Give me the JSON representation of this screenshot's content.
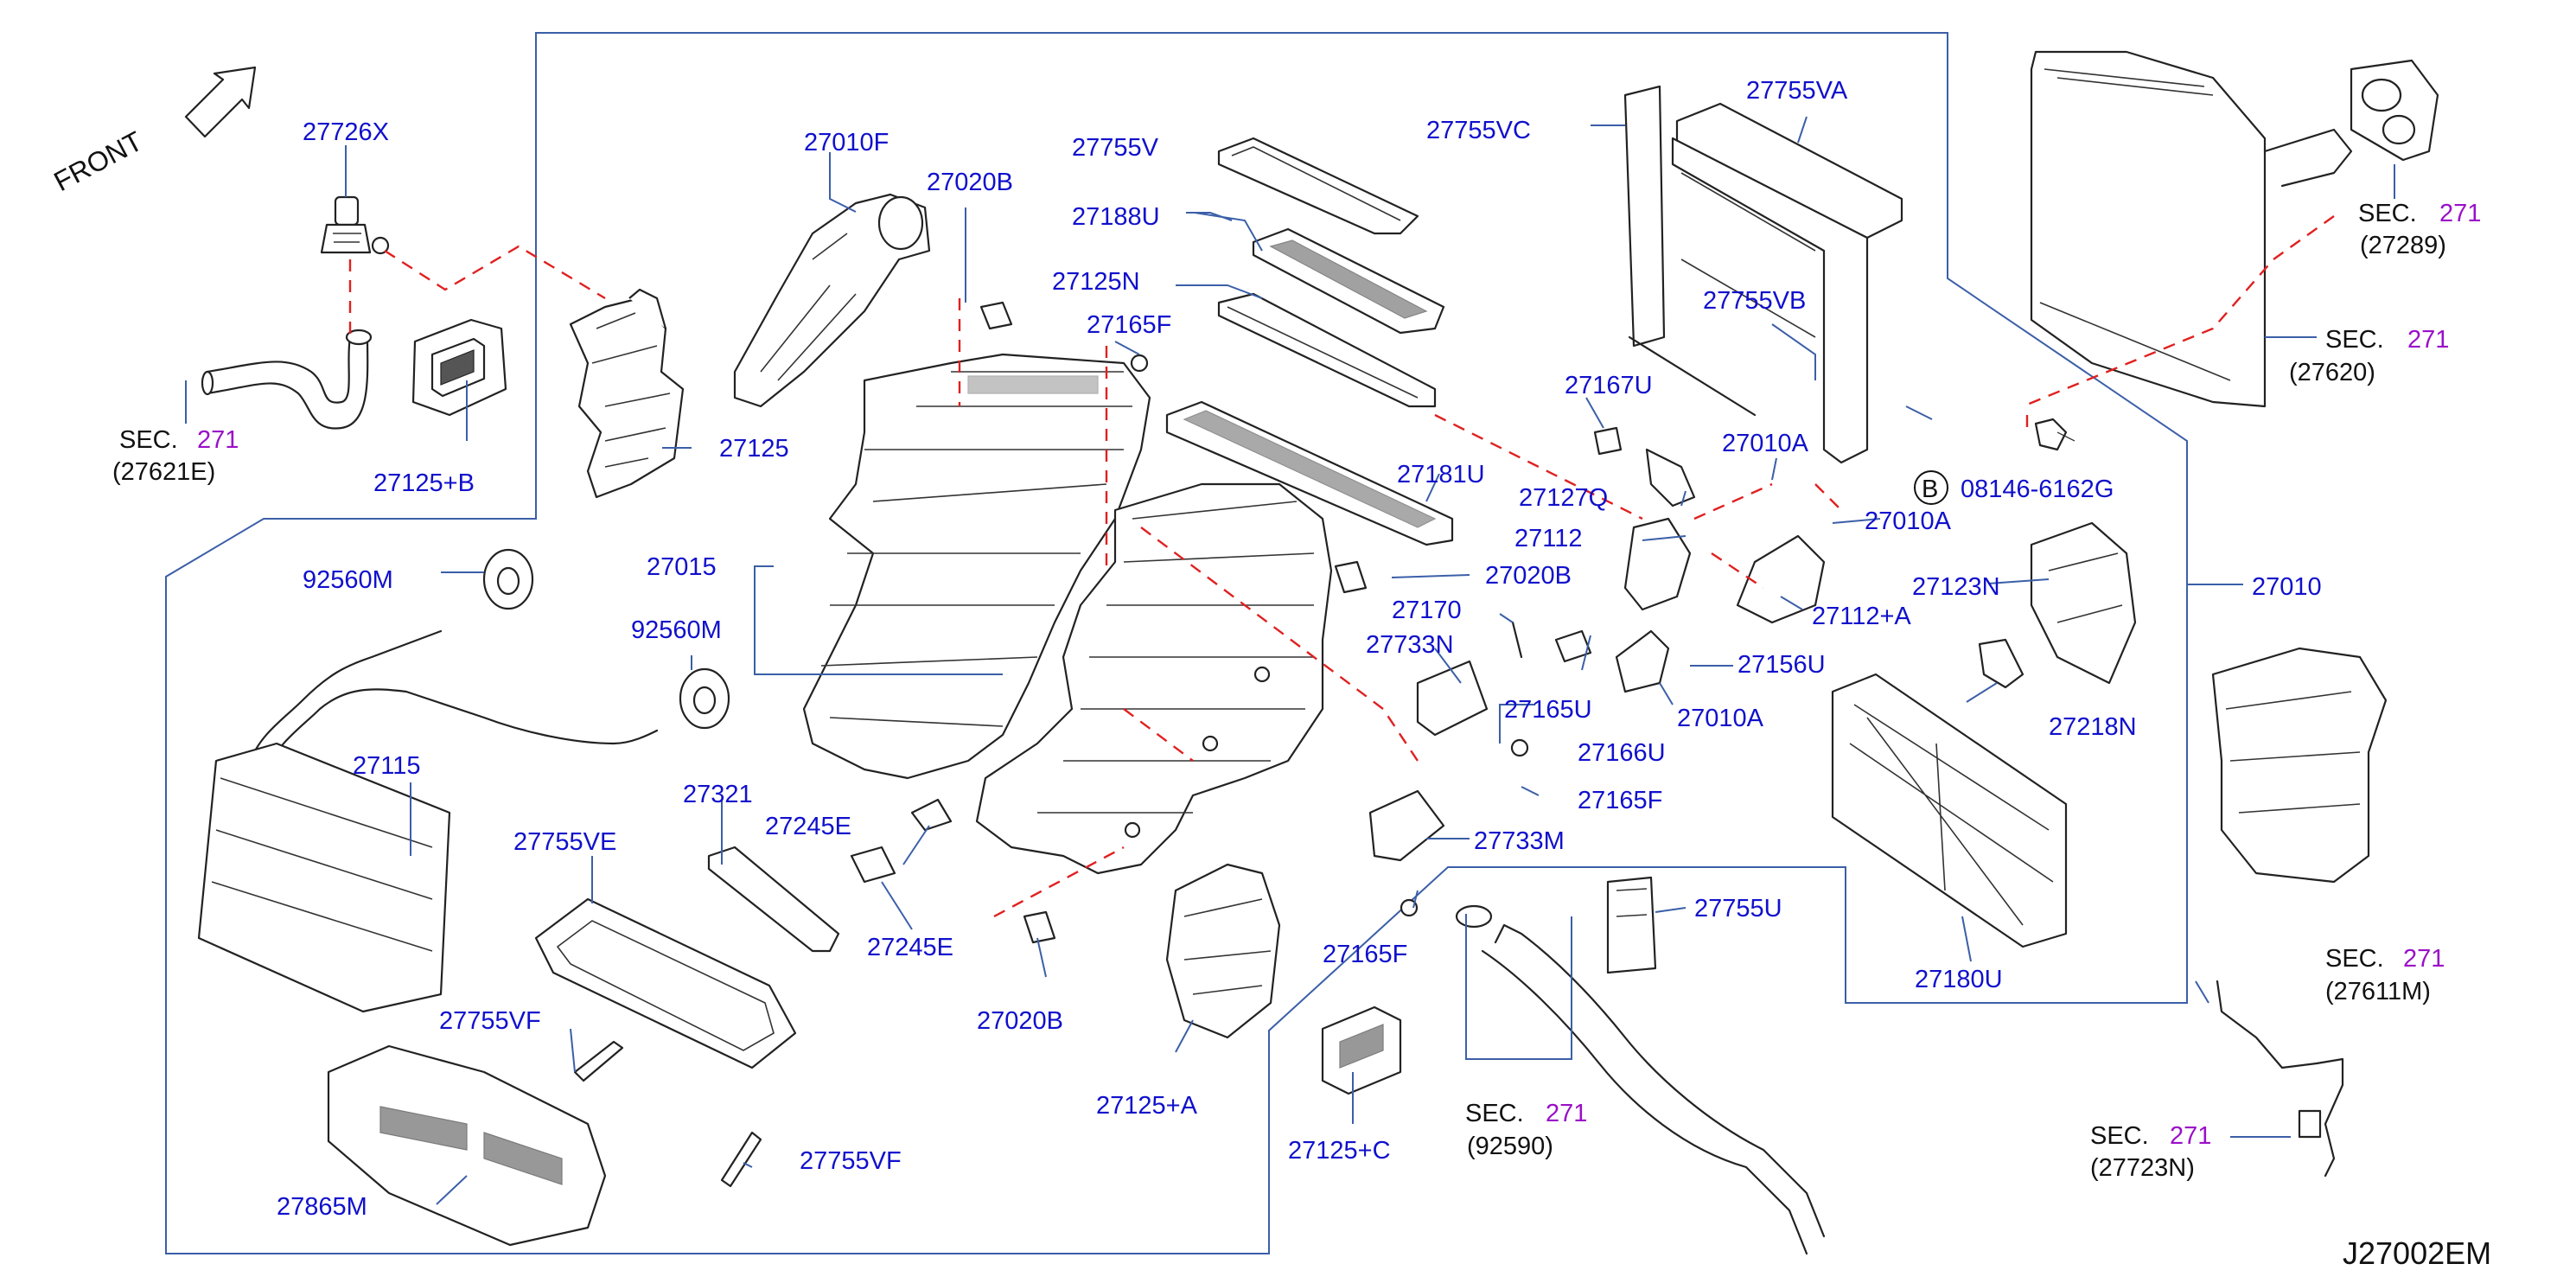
{
  "diagram": {
    "orientation_label": "FRONT",
    "drawing_code": "J27002EM",
    "callout_b_letter": "B",
    "colors": {
      "part_number": "#1010cc",
      "section_number": "#9a10c8",
      "leader": "#3b5fa8",
      "hidden_line": "#e02020"
    },
    "parts": [
      {
        "id": "27726X",
        "text": "27726X"
      },
      {
        "id": "27010F",
        "text": "27010F"
      },
      {
        "id": "27020B_top",
        "text": "27020B"
      },
      {
        "id": "27755V",
        "text": "27755V"
      },
      {
        "id": "27188U",
        "text": "27188U"
      },
      {
        "id": "27125N",
        "text": "27125N"
      },
      {
        "id": "27165F_a",
        "text": "27165F"
      },
      {
        "id": "27755VC",
        "text": "27755VC"
      },
      {
        "id": "27755VA",
        "text": "27755VA"
      },
      {
        "id": "27755VB",
        "text": "27755VB"
      },
      {
        "id": "27167U",
        "text": "27167U"
      },
      {
        "id": "27010A_a",
        "text": "27010A"
      },
      {
        "id": "08146-6162G",
        "text": "08146-6162G"
      },
      {
        "id": "27010A_b",
        "text": "27010A"
      },
      {
        "id": "27125",
        "text": "27125"
      },
      {
        "id": "27125+B",
        "text": "27125+B"
      },
      {
        "id": "27015",
        "text": "27015"
      },
      {
        "id": "27181U",
        "text": "27181U"
      },
      {
        "id": "27127Q",
        "text": "27127Q"
      },
      {
        "id": "27112",
        "text": "27112"
      },
      {
        "id": "27020B_mid",
        "text": "27020B"
      },
      {
        "id": "27112+A",
        "text": "27112+A"
      },
      {
        "id": "27123N",
        "text": "27123N"
      },
      {
        "id": "27010",
        "text": "27010"
      },
      {
        "id": "92560M_a",
        "text": "92560M"
      },
      {
        "id": "92560M_b",
        "text": "92560M"
      },
      {
        "id": "27170",
        "text": "27170"
      },
      {
        "id": "27733N",
        "text": "27733N"
      },
      {
        "id": "27156U",
        "text": "27156U"
      },
      {
        "id": "27165U",
        "text": "27165U"
      },
      {
        "id": "27010A_c",
        "text": "27010A"
      },
      {
        "id": "27166U",
        "text": "27166U"
      },
      {
        "id": "27218N",
        "text": "27218N"
      },
      {
        "id": "27115",
        "text": "27115"
      },
      {
        "id": "27321",
        "text": "27321"
      },
      {
        "id": "27245E_a",
        "text": "27245E"
      },
      {
        "id": "27165F_b",
        "text": "27165F"
      },
      {
        "id": "27733M",
        "text": "27733M"
      },
      {
        "id": "27755VE",
        "text": "27755VE"
      },
      {
        "id": "27245E_b",
        "text": "27245E"
      },
      {
        "id": "27755U",
        "text": "27755U"
      },
      {
        "id": "27165F_c",
        "text": "27165F"
      },
      {
        "id": "27180U",
        "text": "27180U"
      },
      {
        "id": "27020B_bot",
        "text": "27020B"
      },
      {
        "id": "27755VF_a",
        "text": "27755VF"
      },
      {
        "id": "27125+A",
        "text": "27125+A"
      },
      {
        "id": "27125+C",
        "text": "27125+C"
      },
      {
        "id": "27755VF_b",
        "text": "27755VF"
      },
      {
        "id": "27865M",
        "text": "27865M"
      }
    ],
    "sections": [
      {
        "id": "sec-27621E",
        "prefix": "SEC.",
        "number": "271",
        "ref": "(27621E)"
      },
      {
        "id": "sec-27289",
        "prefix": "SEC.",
        "number": "271",
        "ref": "(27289)"
      },
      {
        "id": "sec-27620",
        "prefix": "SEC.",
        "number": "271",
        "ref": "(27620)"
      },
      {
        "id": "sec-27611M",
        "prefix": "SEC.",
        "number": "271",
        "ref": "(27611M)"
      },
      {
        "id": "sec-92590",
        "prefix": "SEC.",
        "number": "271",
        "ref": "(92590)"
      },
      {
        "id": "sec-27723N",
        "prefix": "SEC.",
        "number": "271",
        "ref": "(27723N)"
      }
    ]
  }
}
